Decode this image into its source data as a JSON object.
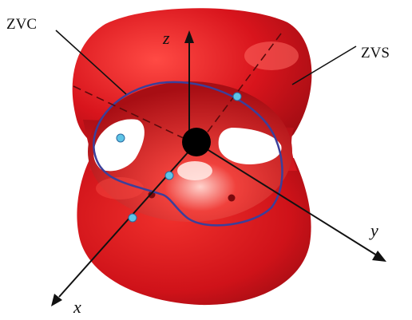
{
  "labels": {
    "zvc": "ZVC",
    "zvs": "ZVS",
    "z_axis": "z",
    "y_axis": "y",
    "x_axis": "x"
  },
  "colors": {
    "surface": "#d8141c",
    "surface_dark": "#8e0c10",
    "surface_light": "#ff5a52",
    "curve": "#3b3f9a",
    "points": "#5ec4e6",
    "axis": "#111111",
    "background": "#ffffff"
  }
}
